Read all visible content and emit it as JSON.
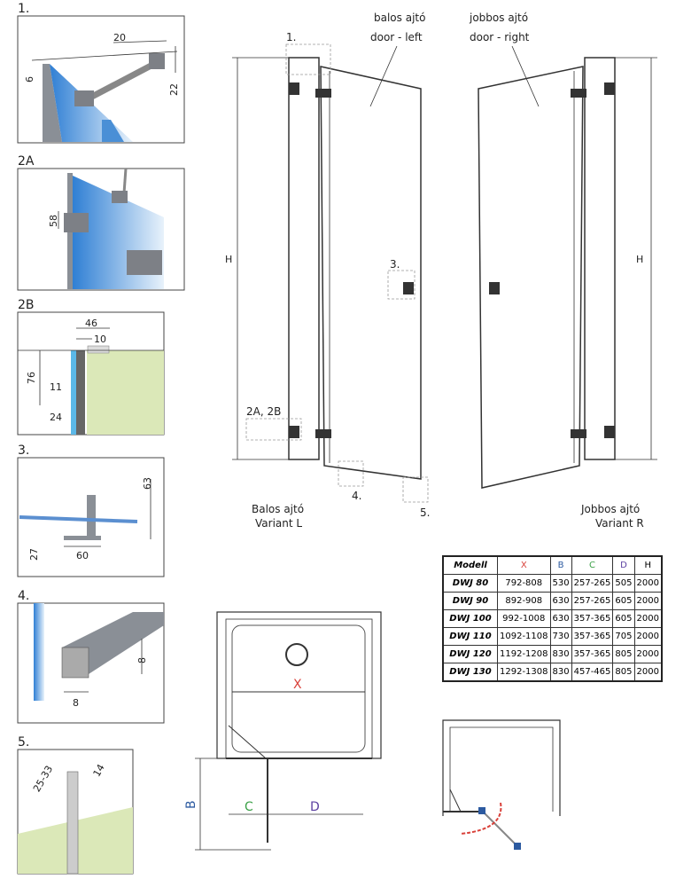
{
  "details": {
    "d1": {
      "label": "1.",
      "dims": [
        "20",
        "6",
        "22"
      ]
    },
    "d2a": {
      "label": "2A",
      "dims": [
        "58"
      ]
    },
    "d2b": {
      "label": "2B",
      "dims": [
        "46",
        "10",
        "76",
        "11",
        "24"
      ]
    },
    "d3": {
      "label": "3.",
      "dims": [
        "63",
        "27",
        "60"
      ]
    },
    "d4": {
      "label": "4.",
      "dims": [
        "8",
        "8"
      ]
    },
    "d5": {
      "label": "5.",
      "dims": [
        "25-33",
        "14"
      ]
    }
  },
  "elevation": {
    "left_title": [
      "balos ajtó",
      "door - left"
    ],
    "right_title": [
      "jobbos ajtó",
      "door - right"
    ],
    "left_caption": [
      "Balos ajtó",
      "Variant L"
    ],
    "right_caption": [
      "Jobbos ajtó",
      "Variant R"
    ],
    "height_label": "H",
    "callouts": [
      "1.",
      "2A, 2B",
      "3.",
      "4.",
      "5."
    ]
  },
  "plan": {
    "x_label": "X",
    "b_label": "B",
    "c_label": "C",
    "d_label": "D"
  },
  "table": {
    "headers": [
      "Modell",
      "X",
      "B",
      "C",
      "D",
      "H"
    ],
    "rows": [
      [
        "DWJ 80",
        "792-808",
        "530",
        "257-265",
        "505",
        "2000"
      ],
      [
        "DWJ 90",
        "892-908",
        "630",
        "257-265",
        "605",
        "2000"
      ],
      [
        "DWJ 100",
        "992-1008",
        "630",
        "357-365",
        "605",
        "2000"
      ],
      [
        "DWJ 110",
        "1092-1108",
        "730",
        "357-365",
        "705",
        "2000"
      ],
      [
        "DWJ 120",
        "1192-1208",
        "830",
        "357-365",
        "805",
        "2000"
      ],
      [
        "DWJ 130",
        "1292-1308",
        "830",
        "457-465",
        "805",
        "2000"
      ]
    ]
  },
  "colors": {
    "glass": "#4a8fd6",
    "wall": "#dbe8b8",
    "x": "#d9413a",
    "b": "#2c5aa0",
    "c": "#3aa046",
    "d": "#5b3fa0"
  }
}
